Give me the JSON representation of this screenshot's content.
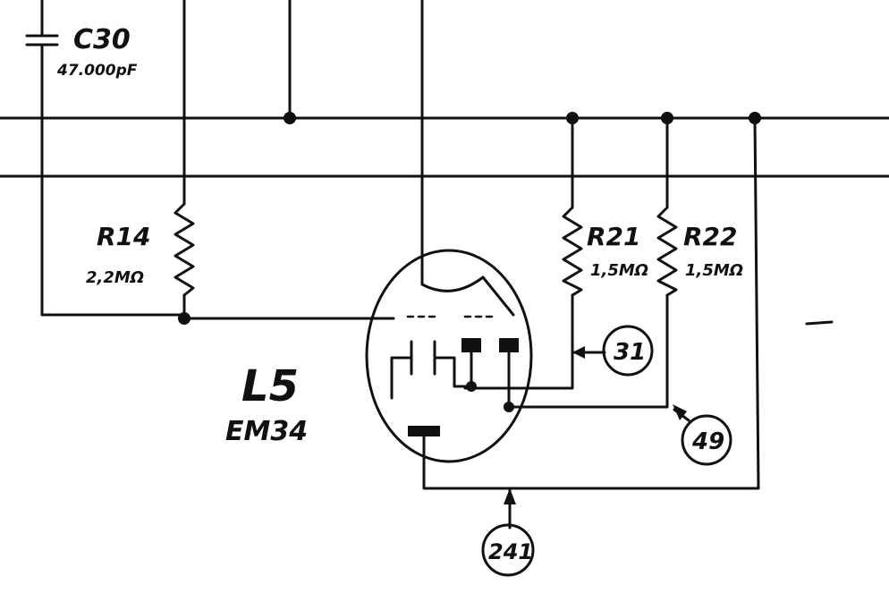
{
  "capacitor": {
    "ref": "C30",
    "value": "47.000pF"
  },
  "resistors": [
    {
      "ref": "R14",
      "value": "2,2MΩ"
    },
    {
      "ref": "R21",
      "value": "1,5MΩ"
    },
    {
      "ref": "R22",
      "value": "1,5MΩ"
    }
  ],
  "tube": {
    "ref": "L5",
    "type": "EM34"
  },
  "test_points": [
    "31",
    "49",
    "241"
  ],
  "colors": {
    "ink": "#111111",
    "paper": "#ffffff"
  }
}
